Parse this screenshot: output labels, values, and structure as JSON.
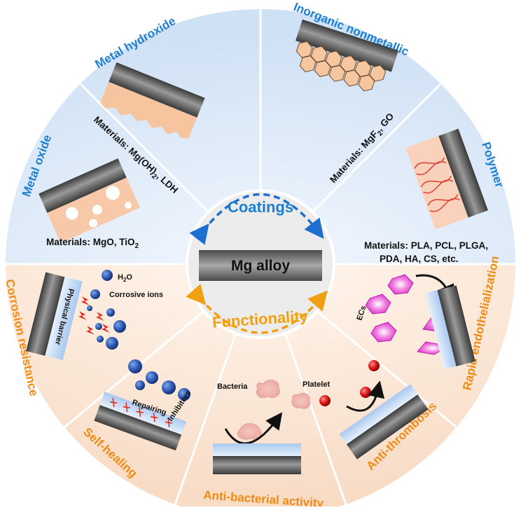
{
  "center": {
    "top_label": "Coatings",
    "core_label": "Mg alloy",
    "bottom_label": "Functionality"
  },
  "coatings": {
    "metal_oxide": {
      "title": "Metal oxide",
      "materials_prefix": "Materials: MgO, TiO",
      "sub": "2"
    },
    "metal_hydroxide": {
      "title": "Metal hydroxide",
      "materials_prefix": "Materials: Mg(OH)",
      "sub": "2",
      "materials_suffix": ", LDH"
    },
    "inorganic_nonmetallic": {
      "title": "Inorganic nonmetallic",
      "materials_prefix": "Materials: MgF",
      "sub": "2",
      "materials_suffix": ", GO"
    },
    "polymer": {
      "title": "Polymer",
      "materials_line1": "Materials: PLA, PCL, PLGA,",
      "materials_line2": "PDA, HA, CS, etc."
    }
  },
  "functions": {
    "corrosion_resistance": {
      "title": "Corrosion resistance",
      "water_prefix": "H",
      "water_sub": "2",
      "water_suffix": "O",
      "ions": "Corrosive ions",
      "barrier": "Physical barrier"
    },
    "self_healing": {
      "title": "Self-healing",
      "repairing": "Repairing",
      "inhibitors": "Inhibitors"
    },
    "anti_bacterial": {
      "title": "Anti-bacterial activity",
      "bacteria": "Bacteria"
    },
    "anti_thrombosis": {
      "title": "Anti-thrombosis",
      "platelet": "Platelet"
    },
    "rapid_endothelialization": {
      "title": "Rapid endothelialization",
      "ecs": "ECs"
    }
  },
  "colors": {
    "coatings_accent": "#1e7fd0",
    "functionality_accent": "#f0a010",
    "top_half_bg": "#dde9f7",
    "bottom_half_bg": "#fbe6d6",
    "metal": "#5a5a5a",
    "coating_layer": "#f7c4a0"
  }
}
